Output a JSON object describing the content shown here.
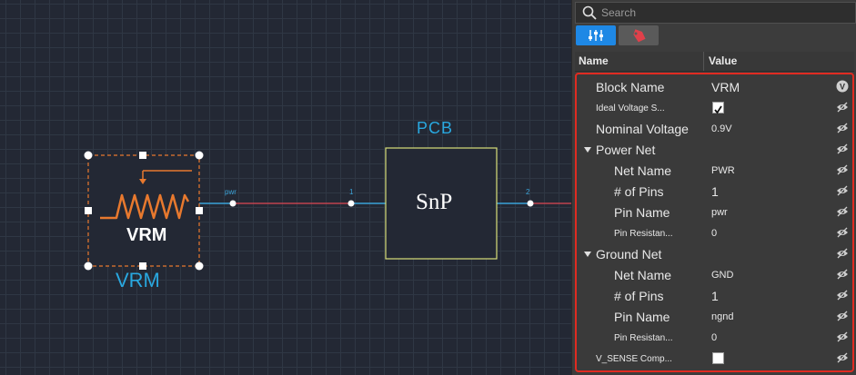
{
  "canvas": {
    "vrm_block": {
      "inner_label": "VRM",
      "caption": "VRM"
    },
    "pcb_block": {
      "caption": "PCB",
      "inner_label": "SnP"
    },
    "wire_labels": {
      "pwr": "pwr",
      "port1": "1",
      "port2": "2"
    },
    "colors": {
      "vrm_accent": "#e8792e",
      "wire_power": "#c0434e",
      "wire_signal": "#3aa3d8",
      "pcb_border": "#d8e07a",
      "caption_blue": "#29a8e0"
    }
  },
  "panel": {
    "search": {
      "placeholder": "Search"
    },
    "tabs": [
      {
        "icon": "properties-icon",
        "active": true
      },
      {
        "icon": "tag-icon",
        "active": false
      }
    ],
    "header": {
      "name": "Name",
      "value": "Value"
    },
    "rows": [
      {
        "name": "Block Name",
        "value": "VRM",
        "indent": 0,
        "size": 14,
        "icon": "v-badge-icon"
      },
      {
        "name": "Ideal Voltage S...",
        "value": "",
        "indent": 0,
        "size": 10,
        "checkbox": true,
        "checked": true,
        "icon": "visibility-icon"
      },
      {
        "name": "Nominal Voltage",
        "value": "0.9V",
        "indent": 0,
        "size": 14,
        "icon": "visibility-icon"
      },
      {
        "name": "Power Net",
        "value": "",
        "indent": 0,
        "size": 14,
        "group": true,
        "icon": "visibility-icon"
      },
      {
        "name": "Net Name",
        "value": "PWR",
        "indent": 1,
        "size": 14,
        "icon": "visibility-icon"
      },
      {
        "name": "# of Pins",
        "value": "1",
        "indent": 1,
        "size": 14,
        "icon": "visibility-icon"
      },
      {
        "name": "Pin Name",
        "value": "pwr",
        "indent": 1,
        "size": 14,
        "icon": "visibility-icon"
      },
      {
        "name": "Pin Resistan...",
        "value": "0",
        "indent": 1,
        "size": 10,
        "icon": "visibility-icon"
      },
      {
        "name": "Ground Net",
        "value": "",
        "indent": 0,
        "size": 14,
        "group": true,
        "icon": "visibility-icon"
      },
      {
        "name": "Net Name",
        "value": "GND",
        "indent": 1,
        "size": 14,
        "icon": "visibility-icon"
      },
      {
        "name": "# of Pins",
        "value": "1",
        "indent": 1,
        "size": 14,
        "icon": "visibility-icon"
      },
      {
        "name": "Pin Name",
        "value": "ngnd",
        "indent": 1,
        "size": 14,
        "icon": "visibility-icon"
      },
      {
        "name": "Pin Resistan...",
        "value": "0",
        "indent": 1,
        "size": 10,
        "icon": "visibility-icon"
      },
      {
        "name": "V_SENSE Comp...",
        "value": "",
        "indent": 0,
        "size": 10,
        "checkbox": true,
        "checked": false,
        "icon": "visibility-icon"
      }
    ],
    "highlight_color": "#e02b21"
  }
}
